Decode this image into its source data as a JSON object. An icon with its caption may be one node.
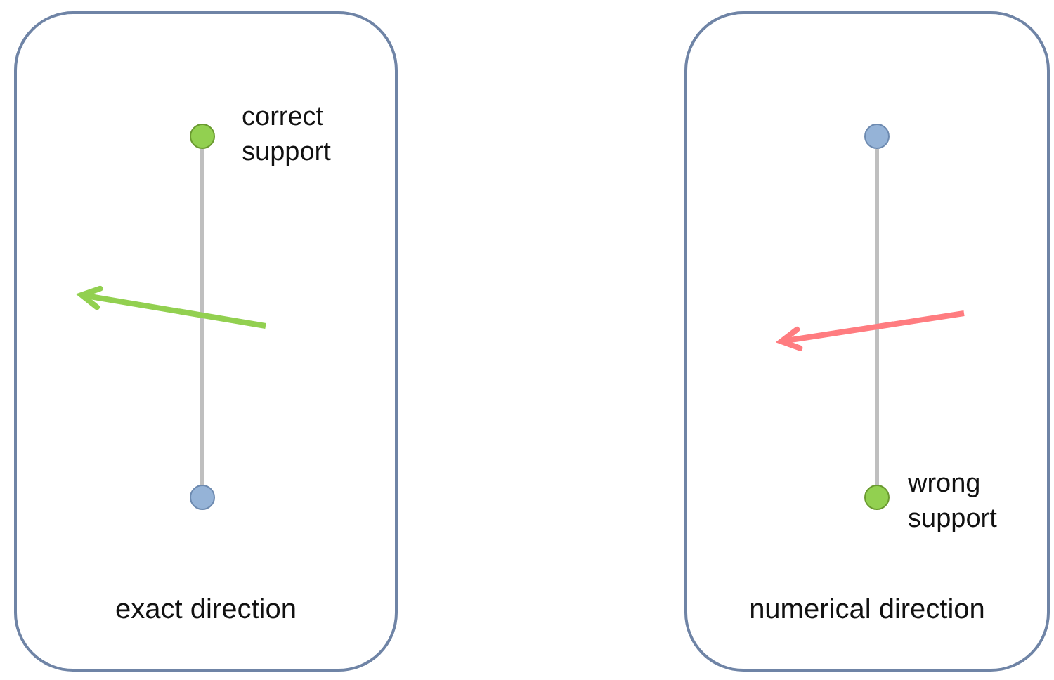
{
  "diagram": {
    "nodes": [
      {
        "text": [
          "exact direction"
        ]
      },
      {
        "text": [],
        "shape": "circle",
        "in": 0,
        "beside": [
          "correct support"
        ]
      },
      {
        "text": [],
        "shape": "circle",
        "in": 0
      },
      {
        "text": [
          "numerical direction"
        ]
      },
      {
        "text": [],
        "shape": "circle",
        "in": 3
      },
      {
        "text": [],
        "shape": "circle",
        "in": 3,
        "beside": [
          "wrong support"
        ]
      }
    ],
    "edges": [
      {
        "from": 1,
        "to": 2,
        "arrow": "none"
      },
      {
        "from": 4,
        "to": 5,
        "arrow": "none"
      }
    ]
  }
}
